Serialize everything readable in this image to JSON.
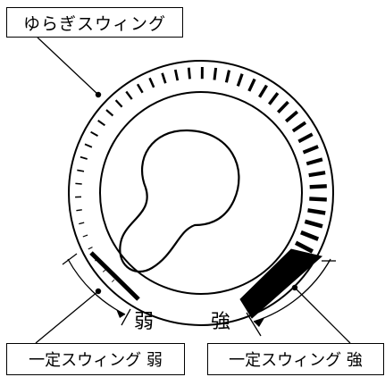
{
  "callouts": {
    "yuragi_swing": "ゆらぎスウィング",
    "constant_swing_weak": "一定スウィング 弱",
    "constant_swing_strong": "一定スウィング 強"
  },
  "scale": {
    "weak": "弱",
    "strong": "強"
  }
}
